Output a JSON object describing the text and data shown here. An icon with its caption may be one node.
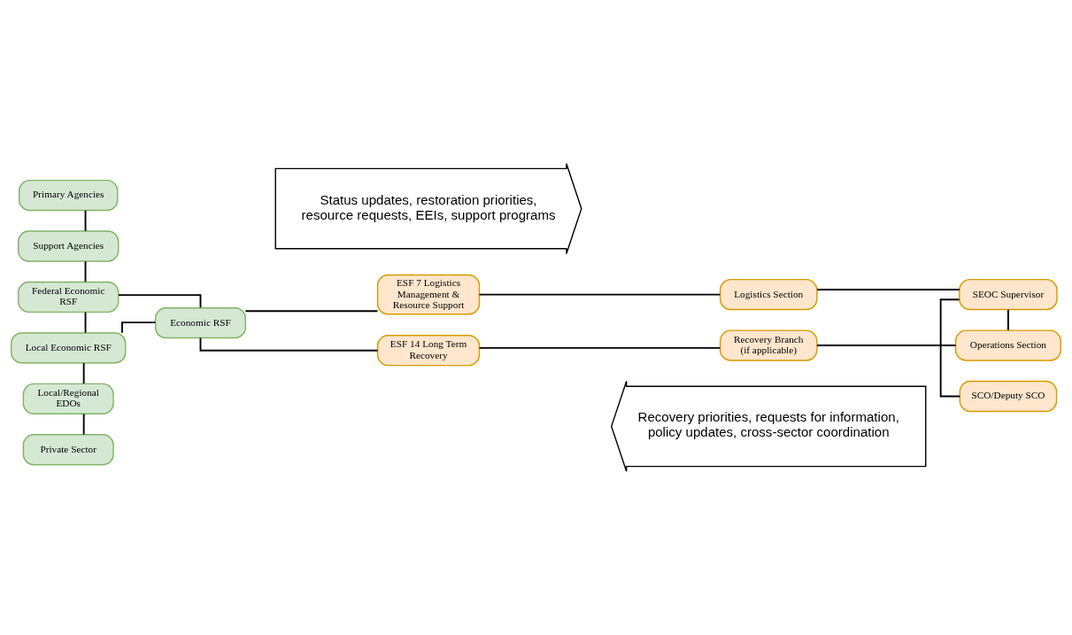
{
  "diagram": {
    "nodes": [
      {
        "text": [
          "Status updates, restoration priorities, resource requests, EEIs, support programs"
        ]
      },
      {
        "text": [
          "Primary Agencies"
        ]
      },
      {
        "text": [
          "Support Agencies"
        ]
      },
      {
        "text": [
          "Federal Economic RSF"
        ]
      },
      {
        "text": [
          "Local Economic RSF"
        ]
      },
      {
        "text": [
          "Local/Regional EDOs"
        ]
      },
      {
        "text": [
          "Private Sector"
        ]
      },
      {
        "text": [
          "Economic RSF"
        ]
      },
      {
        "text": [
          "ESF 7 Logistics Management & Resource Support"
        ]
      },
      {
        "text": [
          "Logistics Section"
        ]
      },
      {
        "text": [
          "SCO/Deputy SCO"
        ]
      },
      {
        "text": [
          "SEOC Supervisor"
        ]
      },
      {
        "text": [
          "ESF 14 Long Term Recovery"
        ]
      },
      {
        "text": [
          "Recovery Branch (if applicable)"
        ]
      },
      {
        "text": [
          "Operations Section"
        ]
      },
      {
        "text": [
          "Recovery priorities, requests for information, policy updates, cross-sector coordination"
        ]
      }
    ],
    "edges": [
      {
        "from": 1,
        "to": 2,
        "arrow": "none"
      },
      {
        "from": 2,
        "to": 3,
        "arrow": "none"
      },
      {
        "from": 3,
        "to": 4,
        "arrow": "none"
      },
      {
        "from": 4,
        "to": 5,
        "arrow": "none"
      },
      {
        "from": 5,
        "to": 6,
        "arrow": "none"
      },
      {
        "from": 3,
        "to": 7,
        "arrow": "none"
      },
      {
        "from": 4,
        "to": 7,
        "arrow": "none"
      },
      {
        "from": 7,
        "to": 8,
        "arrow": "none"
      },
      {
        "from": 7,
        "to": 12,
        "arrow": "none"
      },
      {
        "from": 8,
        "to": 9,
        "arrow": "none"
      },
      {
        "from": 9,
        "to": 11,
        "arrow": "none"
      },
      {
        "from": 11,
        "to": 10,
        "arrow": "none"
      },
      {
        "from": 11,
        "to": 14,
        "arrow": "none"
      },
      {
        "from": 12,
        "to": 13,
        "arrow": "none"
      },
      {
        "from": 13,
        "to": 14,
        "arrow": "none"
      }
    ]
  }
}
